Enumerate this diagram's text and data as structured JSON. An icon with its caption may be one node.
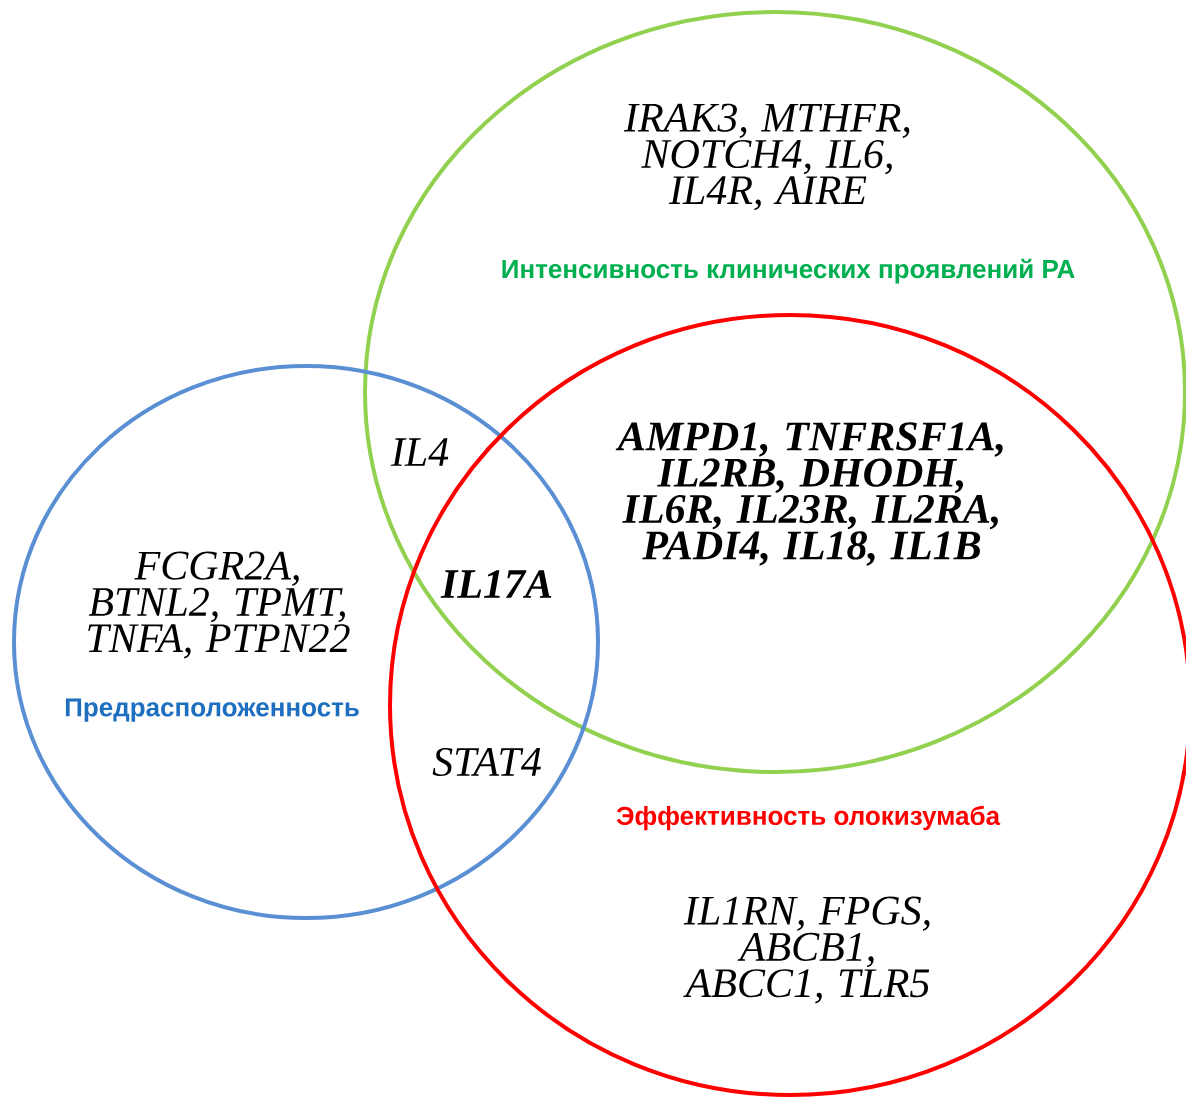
{
  "diagram": {
    "nodes": [
      {
        "text": [
          "IRAK3, MTHFR, NOTCH4, IL6, IL4R, AIRE",
          "Интенсивность клинических проявлений РА"
        ]
      },
      {
        "text": [
          "FCGR2A, BTNL2, TPMT, TNFA, PTPN22",
          "Предрасположенность"
        ]
      },
      {
        "text": [
          "Эффективность олокизумаба",
          "IL1RN, FPGS, ABCB1, ABCC1, TLR5"
        ]
      }
    ],
    "labels": [
      "IL4",
      "AMPD1, TNFRSF1A, IL2RB, DHODH, IL6R, IL23R, IL2RA, PADI4, IL18, IL1B",
      "IL17A",
      "STAT4"
    ]
  }
}
